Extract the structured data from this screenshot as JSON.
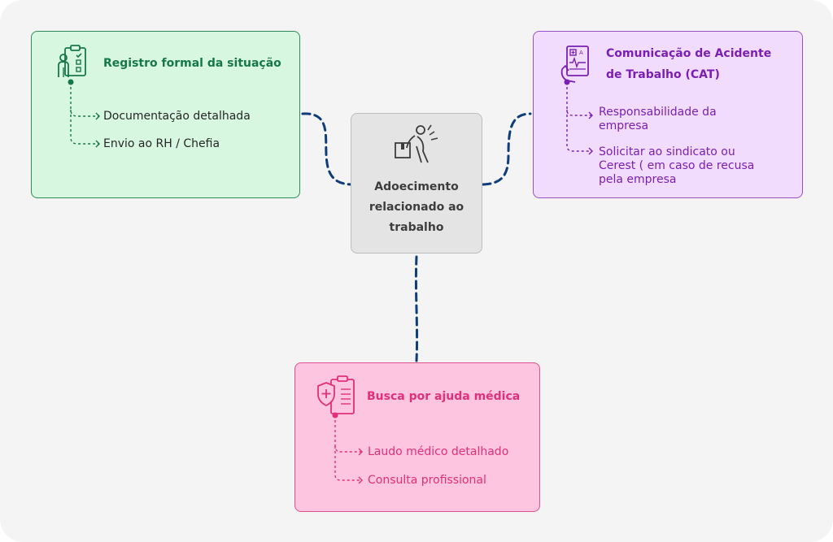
{
  "center": {
    "label_lines": [
      "Adoecimento",
      "relacionado ao",
      "trabalho"
    ]
  },
  "registro": {
    "title": "Registro formal da situação",
    "items": [
      "Documentação detalhada",
      "Envio ao RH / Chefia"
    ]
  },
  "cat": {
    "title_lines": [
      "Comunicação de Acidente",
      "de Trabalho (CAT)"
    ],
    "items": [
      {
        "lines": [
          "Responsabilidade da",
          "empresa"
        ]
      },
      {
        "lines": [
          "Solicitar ao sindicato ou",
          "Cerest ( em caso de recusa",
          "pela empresa"
        ]
      }
    ]
  },
  "busca": {
    "title": "Busca por ajuda médica",
    "items": [
      "Laudo médico detalhado",
      "Consulta profissional"
    ]
  },
  "colors": {
    "connector": "#0f3d7a",
    "green": "#16784a",
    "purple": "#7a1fb3",
    "pink": "#e0307a"
  },
  "icons": {
    "registro": "clipboard-person-icon",
    "cat": "medical-report-icon",
    "busca": "medical-shield-clipboard-icon",
    "center": "back-pain-box-icon"
  }
}
